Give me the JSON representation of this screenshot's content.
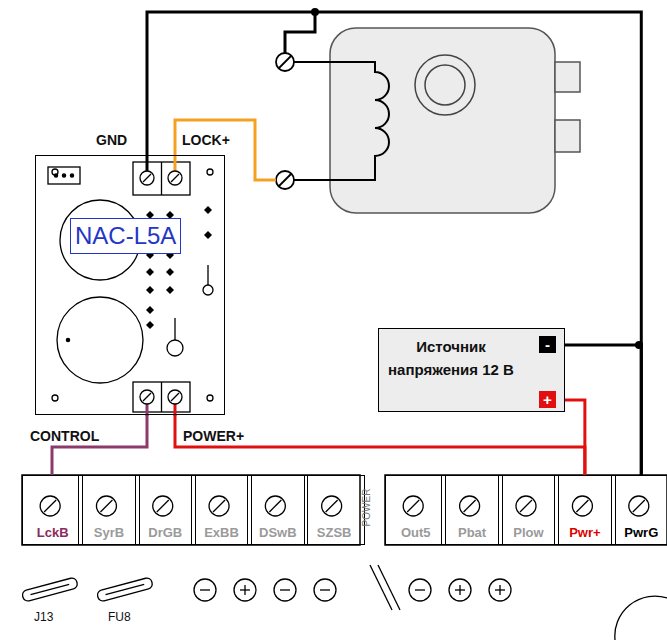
{
  "diagram": {
    "nodes": [
      {
        "text": [
          "NAC-L5A"
        ]
      },
      {
        "text": [
          "Источник напряжения 12 В"
        ]
      },
      {
        "text": [
          "LckB"
        ]
      },
      {
        "text": [
          "SyrB"
        ]
      },
      {
        "text": [
          "DrGB"
        ]
      },
      {
        "text": [
          "ExBB"
        ]
      },
      {
        "text": [
          "DSwB"
        ]
      },
      {
        "text": [
          "SZSB"
        ]
      },
      {
        "text": [
          "Out5"
        ]
      },
      {
        "text": [
          "Pbat"
        ]
      },
      {
        "text": [
          "Plow"
        ]
      },
      {
        "text": [
          "Pwr+"
        ]
      },
      {
        "text": [
          "PwrG"
        ]
      }
    ],
    "edges": [
      {
        "from": 2,
        "to": 0,
        "arrow": "none",
        "label": "CONTROL"
      },
      {
        "from": 0,
        "to": 11,
        "arrow": "none",
        "label": "POWER+"
      },
      {
        "from": 1,
        "to": 11,
        "arrow": "none"
      },
      {
        "from": 1,
        "to": 12,
        "arrow": "none"
      },
      {
        "from": 0,
        "to": 12,
        "arrow": "none"
      }
    ],
    "labels": [
      "GND",
      "LOCK+",
      "-",
      "+",
      "POWER",
      "J13",
      "FU8"
    ]
  }
}
